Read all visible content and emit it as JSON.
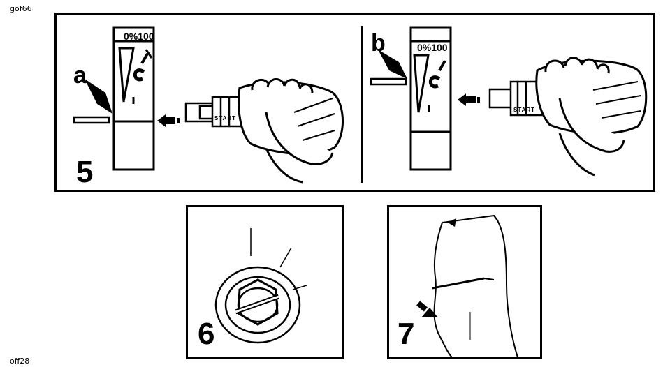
{
  "codes": {
    "top": "gof66",
    "bottom": "off28"
  },
  "step5": {
    "number": "5",
    "left": {
      "letter": "a",
      "scale": "0%100",
      "start": "START"
    },
    "right": {
      "letter": "b",
      "scale": "0%100",
      "start": "START"
    }
  },
  "step6": {
    "number": "6"
  },
  "step7": {
    "number": "7"
  }
}
